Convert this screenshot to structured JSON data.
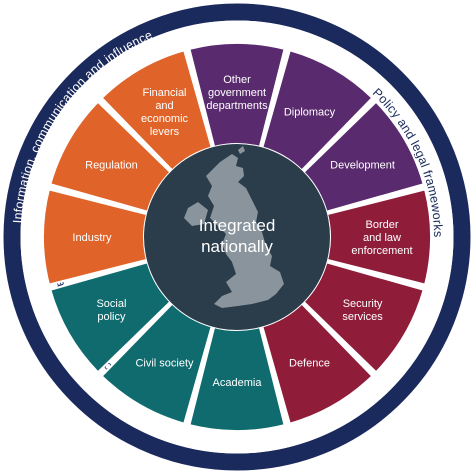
{
  "ring": {
    "top_label": "Information, communication and influence",
    "bottom_label": "Information, communication and influence",
    "top_right_label": "Policy and legal frameworks",
    "bottom_left_label": "Policy and legal frameworks"
  },
  "center": {
    "line1": "Integrated",
    "line2": "nationally"
  },
  "segments": [
    {
      "lines": [
        "Other",
        "government",
        "departments"
      ],
      "color": "#5a2a6e"
    },
    {
      "lines": [
        "Diplomacy"
      ],
      "color": "#5a2a6e"
    },
    {
      "lines": [
        "Development"
      ],
      "color": "#5a2a6e"
    },
    {
      "lines": [
        "Border",
        "and law",
        "enforcement"
      ],
      "color": "#8f1d3a"
    },
    {
      "lines": [
        "Security",
        "services"
      ],
      "color": "#8f1d3a"
    },
    {
      "lines": [
        "Defence"
      ],
      "color": "#8f1d3a"
    },
    {
      "lines": [
        "Academia"
      ],
      "color": "#0f6b6e"
    },
    {
      "lines": [
        "Civil society"
      ],
      "color": "#0f6b6e"
    },
    {
      "lines": [
        "Social",
        "policy"
      ],
      "color": "#0f6b6e"
    },
    {
      "lines": [
        "Industry"
      ],
      "color": "#e0642a"
    },
    {
      "lines": [
        "Regulation"
      ],
      "color": "#e0642a"
    },
    {
      "lines": [
        "Financial",
        "and",
        "economic",
        "levers"
      ],
      "color": "#e0642a"
    }
  ],
  "colors": {
    "outer_ring": "#1b2a5c",
    "center_disc": "#2b3c4a",
    "map": "#8a949c"
  }
}
